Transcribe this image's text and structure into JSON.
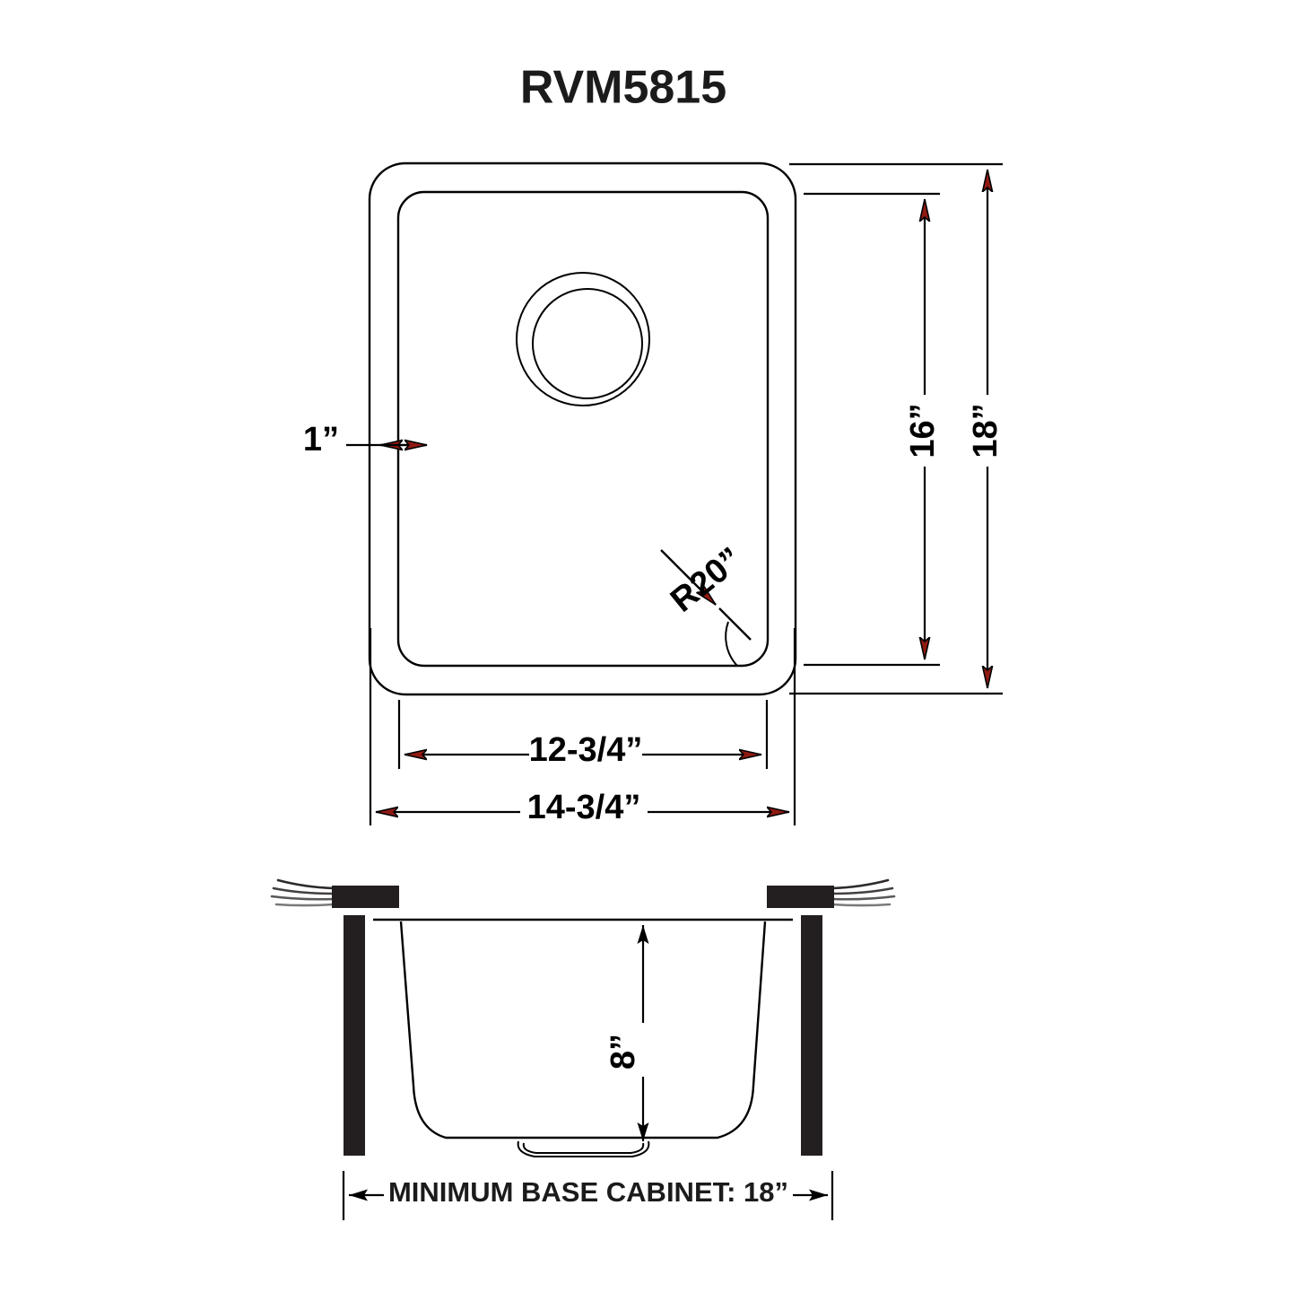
{
  "document": {
    "title": "RVM5815",
    "type": "sink-specification-drawing",
    "background_color": "#ffffff",
    "line_color": "#000000",
    "arrow_color": "#8f1a12",
    "solid_fill_color": "#231f20"
  },
  "top_view": {
    "name": "top-view",
    "drain": {
      "label": "drain-opening"
    },
    "dimensions": {
      "rim_thickness": "1”",
      "inner_width": "12-3/4”",
      "outer_width": "14-3/4”",
      "inner_height": "16”",
      "outer_height": "18”",
      "corner_radius": "R20”"
    }
  },
  "section_view": {
    "name": "cross-section-view",
    "dimensions": {
      "bowl_depth": "8”"
    },
    "caption": "MINIMUM BASE CABINET: 18”"
  },
  "chart_data": {
    "type": "table",
    "title": "RVM5815",
    "categories": [
      "Rim thickness",
      "Inner width",
      "Outer width",
      "Inner height",
      "Outer height",
      "Corner radius",
      "Bowl depth",
      "Minimum base cabinet"
    ],
    "values": [
      "1”",
      "12-3/4”",
      "14-3/4”",
      "16”",
      "18”",
      "R20”",
      "8”",
      "18”"
    ],
    "xlabel": "",
    "ylabel": ""
  }
}
